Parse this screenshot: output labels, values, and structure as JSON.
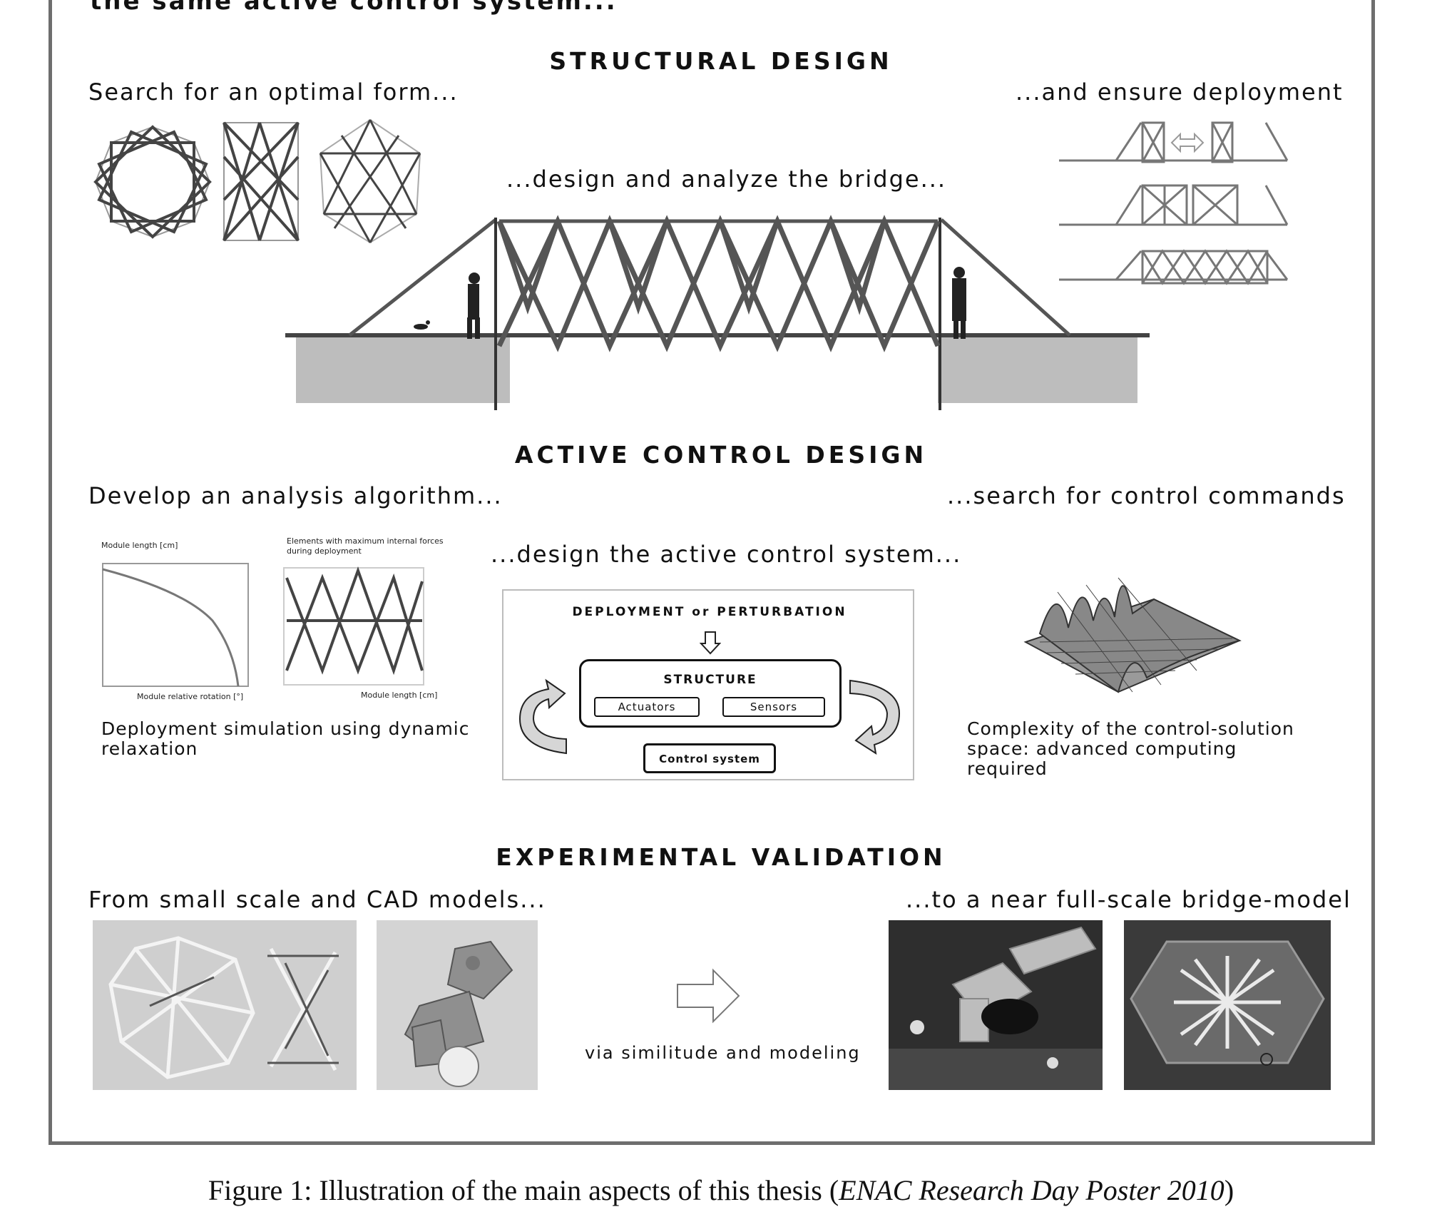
{
  "header": {
    "cut_text": "the same active control system..."
  },
  "sections": {
    "structural": {
      "title": "STRUCTURAL DESIGN",
      "left": "Search for an optimal form...",
      "center": "...design and analyze the bridge...",
      "right": "...and ensure deployment"
    },
    "control": {
      "title": "ACTIVE CONTROL DESIGN",
      "left": "Develop an analysis algorithm...",
      "center": "...design the active control system...",
      "right": "...search for control commands",
      "left_caption": "Deployment simulation using dynamic relaxation",
      "right_caption": "Complexity of the control-solution space: advanced computing required",
      "chart1_ylabel": "Module length [cm]",
      "chart1_xlabel": "Module relative rotation [°]",
      "chart2_title": "Elements with maximum internal forces during deployment",
      "chart2_xlabel": "Module length [cm]",
      "diagram": {
        "top": "DEPLOYMENT or PERTURBATION",
        "structure": "STRUCTURE",
        "actuators": "Actuators",
        "sensors": "Sensors",
        "control": "Control system"
      }
    },
    "experimental": {
      "title": "EXPERIMENTAL VALIDATION",
      "left": "From small scale and CAD models...",
      "right": "...to a near full-scale bridge-model",
      "middle": "via similitude and modeling"
    }
  },
  "figure_caption": {
    "prefix": "Figure 1: Illustration of the main aspects of this thesis (",
    "italic": "ENAC Research Day Poster 2010",
    "suffix": ")"
  }
}
